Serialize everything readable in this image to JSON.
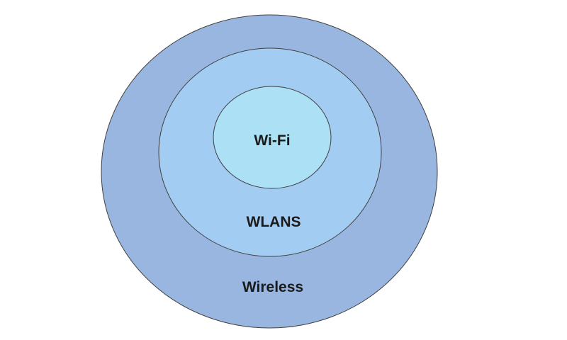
{
  "diagram": {
    "type": "concentric-circles",
    "background_color": "#ffffff",
    "outline_color": "#404040",
    "label_color": "#1a1a1a",
    "rings": [
      {
        "label": "Wireless",
        "color": "#98B6E0"
      },
      {
        "label": "WLANS",
        "color": "#A3CCF2"
      },
      {
        "label": "Wi-Fi",
        "color": "#ABE0F5"
      }
    ]
  }
}
